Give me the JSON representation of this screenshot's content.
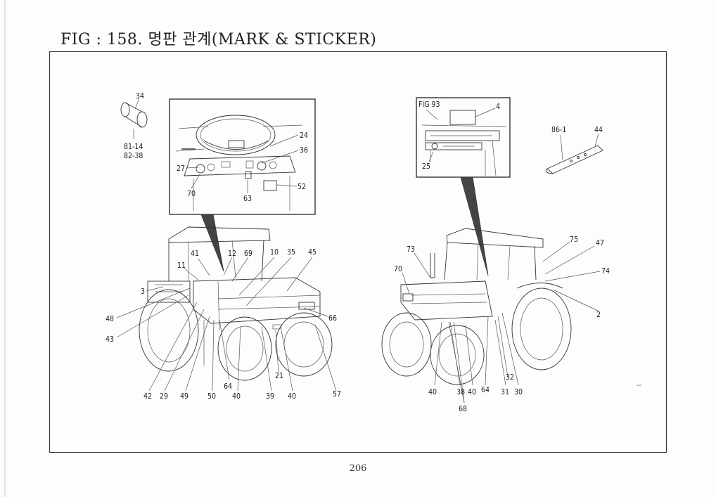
{
  "title": "FIG : 158. 명판 관계(MARK & STICKER)",
  "page_number": "206",
  "callouts": {
    "c34": "34",
    "c81_14": "81-14",
    "c82_38": "82-38",
    "c24": "24",
    "c36": "36",
    "c27": "27",
    "c52": "52",
    "c70a": "70",
    "c63": "63",
    "c41": "41",
    "c12": "12",
    "c69": "69",
    "c10": "10",
    "c35": "35",
    "c45": "45",
    "c11": "11",
    "c3": "3",
    "c48": "48",
    "c43": "43",
    "c66": "66",
    "c21": "21",
    "c42": "42",
    "c29": "29",
    "c49": "49",
    "c50": "50",
    "c64a": "64",
    "c40a": "40",
    "c39": "39",
    "c40b": "40",
    "c57": "57",
    "fig93": "FIG 93",
    "c4": "4",
    "c25": "25",
    "c86_1": "86-1",
    "c44": "44",
    "c73": "73",
    "c70b": "70",
    "c75": "75",
    "c47": "47",
    "c74": "74",
    "c2": "2",
    "c32": "32",
    "c40c": "40",
    "c38": "38",
    "c40d": "40",
    "c64b": "64",
    "c31": "31",
    "c30": "30",
    "c68": "68"
  }
}
